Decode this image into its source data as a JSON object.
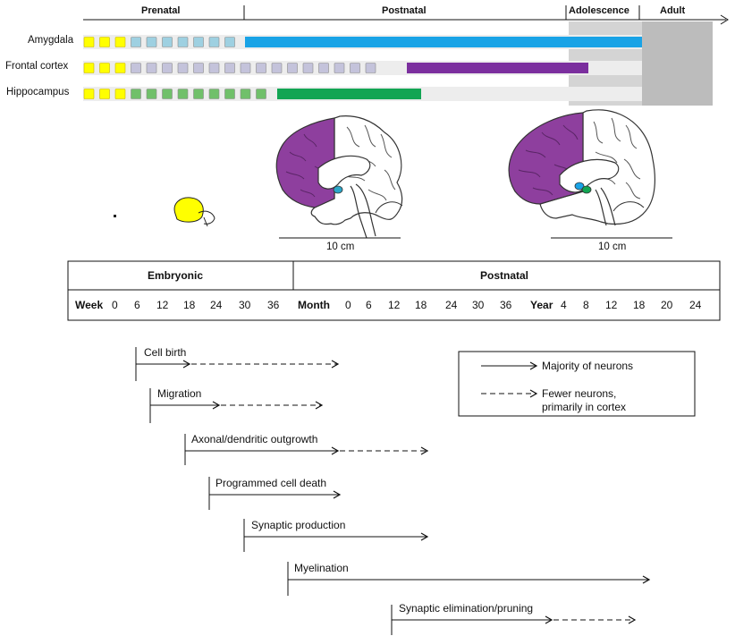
{
  "periods": [
    "Prenatal",
    "Postnatal",
    "Adolescence",
    "Adult"
  ],
  "regions": [
    {
      "name": "Amygdala",
      "dev_color": "#9ed0e1",
      "bar_color": "#19a3e6"
    },
    {
      "name": "Frontal cortex",
      "dev_color": "#c4c3db",
      "bar_color": "#7b2f9e"
    },
    {
      "name": "Hippocampus",
      "dev_color": "#70c06a",
      "bar_color": "#12a553"
    }
  ],
  "early_color": "#ffff00",
  "brain_color": "#8e3f9e",
  "scale_labels": [
    "10 cm",
    "10 cm"
  ],
  "table": {
    "embryonic_label": "Embryonic",
    "postnatal_label": "Postnatal",
    "week_label": "Week",
    "week_ticks": [
      "0",
      "6",
      "12",
      "18",
      "24",
      "30",
      "36"
    ],
    "month_label": "Month",
    "month_ticks": [
      "0",
      "6",
      "12",
      "18",
      "24",
      "30",
      "36"
    ],
    "year_label": "Year",
    "year_ticks": [
      "4",
      "8",
      "12",
      "18",
      "20",
      "24"
    ]
  },
  "processes": [
    "Cell birth",
    "Migration",
    "Axonal/dendritic outgrowth",
    "Programmed cell death",
    "Synaptic production",
    "Myelination",
    "Synaptic elimination/pruning"
  ],
  "legend": {
    "solid_label": "Majority of neurons",
    "dashed_label_1": "Fewer neurons,",
    "dashed_label_2": "primarily in cortex"
  }
}
